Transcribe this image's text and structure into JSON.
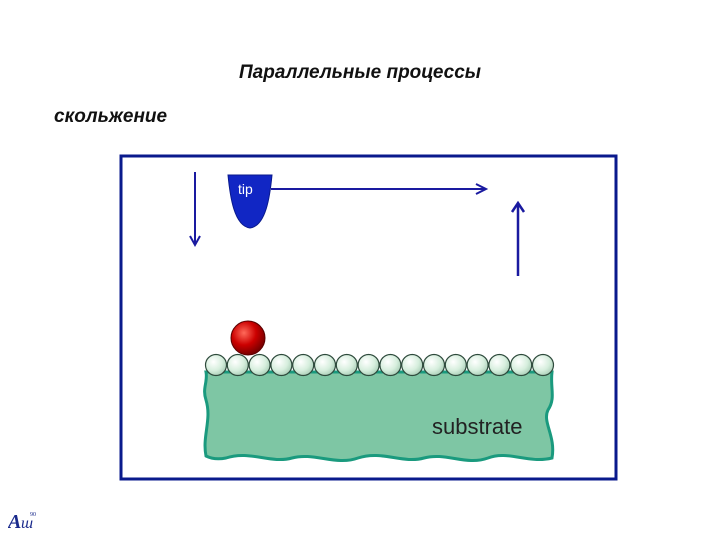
{
  "header": {
    "title": "Параллельные процессы",
    "subtitle": "скольжение"
  },
  "diagram": {
    "tip_label": "tip",
    "substrate_label": "substrate",
    "atom_count": 16,
    "colors": {
      "frame": "#0a1a8c",
      "arrow": "#1a1aa0",
      "tip_fill": "#1126c4",
      "substrate_fill": "#7ec6a4",
      "substrate_edge": "#1a9a7e",
      "atom_fill": "#d6eedd",
      "atom_edge": "#2e4a3c",
      "particle": "#cc0000"
    }
  }
}
